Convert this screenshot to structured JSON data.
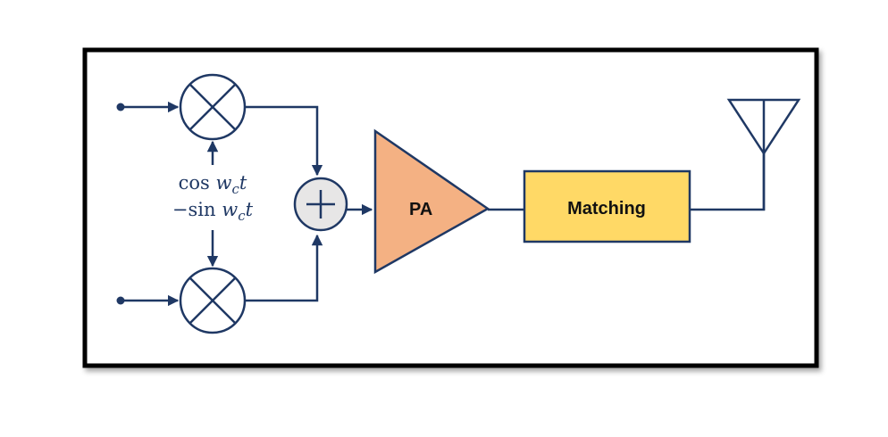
{
  "blocks": {
    "pa_label": "PA",
    "matching_label": "Matching"
  },
  "oscillator": {
    "cos_fn": "cos",
    "sin_prefix": "−sin",
    "w": "w",
    "sub": "c",
    "t": "t"
  },
  "colors": {
    "wire": "#1f3864",
    "pa_fill": "#f4b183",
    "matching_fill": "#ffd966",
    "adder_fill": "#e7e6e6",
    "frame": "#000000"
  },
  "icons": [
    "mixer-icon",
    "adder-icon",
    "antenna-icon",
    "arrow-icon"
  ]
}
